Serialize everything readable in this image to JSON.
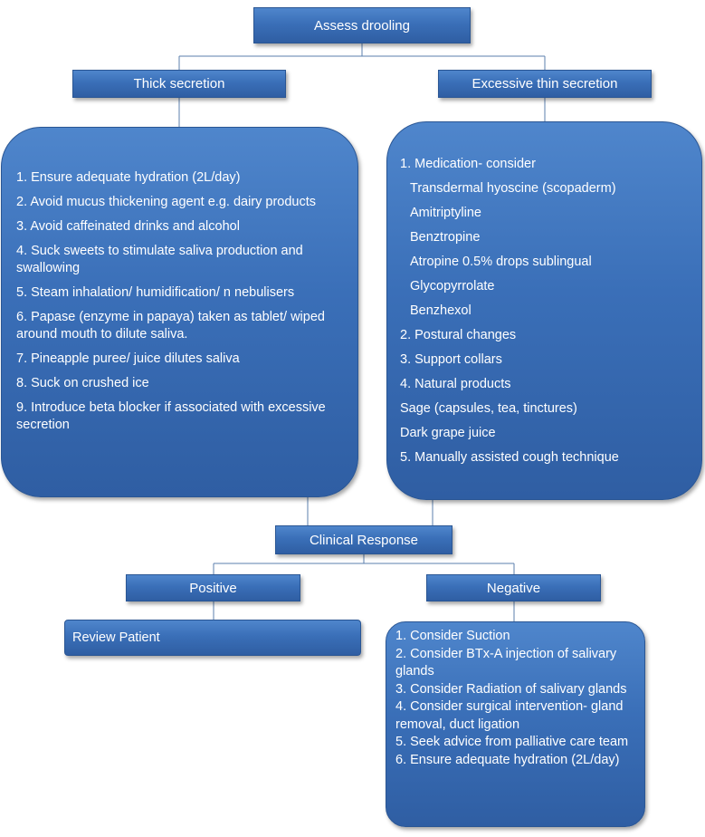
{
  "nodes": {
    "assess": "Assess drooling",
    "thick": "Thick secretion",
    "thin": "Excessive thin secretion",
    "clinical": "Clinical Response",
    "positive": "Positive",
    "negative": "Negative",
    "review": "Review Patient"
  },
  "thick_items": [
    "1. Ensure adequate hydration (2L/day)",
    "2. Avoid mucus thickening agent e.g. dairy products",
    "3. Avoid caffeinated drinks and alcohol",
    "4. Suck sweets to stimulate saliva production and swallowing",
    "5. Steam inhalation/ humidification/ n nebulisers",
    "6. Papase (enzyme in papaya) taken as tablet/ wiped around mouth to dilute saliva.",
    "7. Pineapple puree/ juice dilutes saliva",
    "8. Suck on crushed ice",
    "9. Introduce beta blocker if associated with excessive secretion"
  ],
  "thin_items": [
    "1. Medication- consider",
    "Transdermal hyoscine (scopaderm)",
    "Amitriptyline",
    "Benztropine",
    "Atropine 0.5% drops sublingual",
    "Glycopyrrolate",
    "Benzhexol",
    "2. Postural changes",
    "3. Support collars",
    "4. Natural products",
    "Sage (capsules, tea, tinctures)",
    "Dark grape juice",
    "5. Manually assisted cough technique"
  ],
  "negative_items": [
    "1. Consider Suction",
    "2. Consider BTx-A injection of salivary glands",
    "3. Consider Radiation of salivary glands",
    "4. Consider surgical intervention- gland removal, duct ligation",
    "5. Seek advice from palliative care team",
    "6. Ensure adequate hydration (2L/day)"
  ]
}
